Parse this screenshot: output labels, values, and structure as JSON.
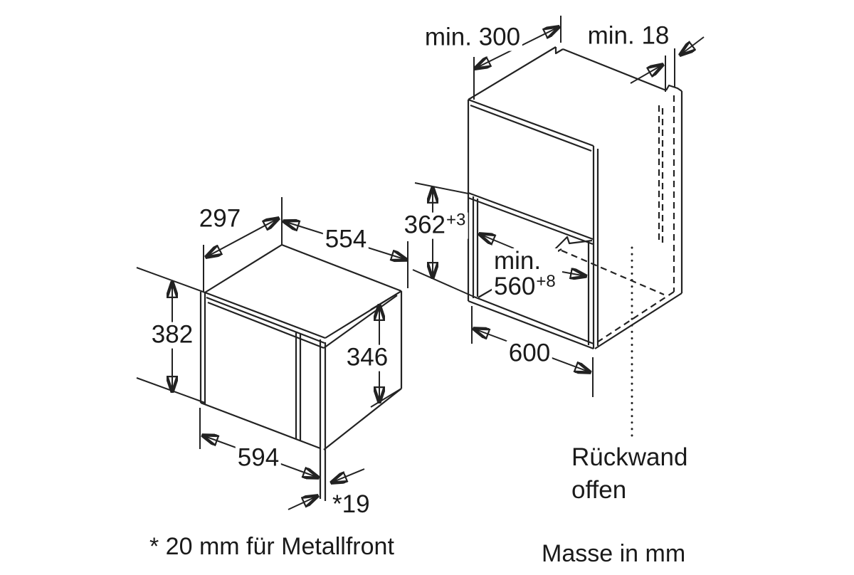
{
  "notes": {
    "footnote": "* 20 mm für Metallfront",
    "units": "Masse in mm"
  },
  "appliance": {
    "depth": "297",
    "body_width": "554",
    "front_height": "382",
    "body_height": "346",
    "front_width": "594",
    "front_offset": "*19"
  },
  "cabinet": {
    "min_depth": "min. 300",
    "min_wall": "min. 18",
    "niche_height": {
      "value": "362",
      "tol": "+3"
    },
    "niche_width_prefix": "min.",
    "niche_width": {
      "value": "560",
      "tol": "+8"
    },
    "cabinet_width": "600",
    "back_open_line1": "Rückwand",
    "back_open_line2": "offen"
  }
}
